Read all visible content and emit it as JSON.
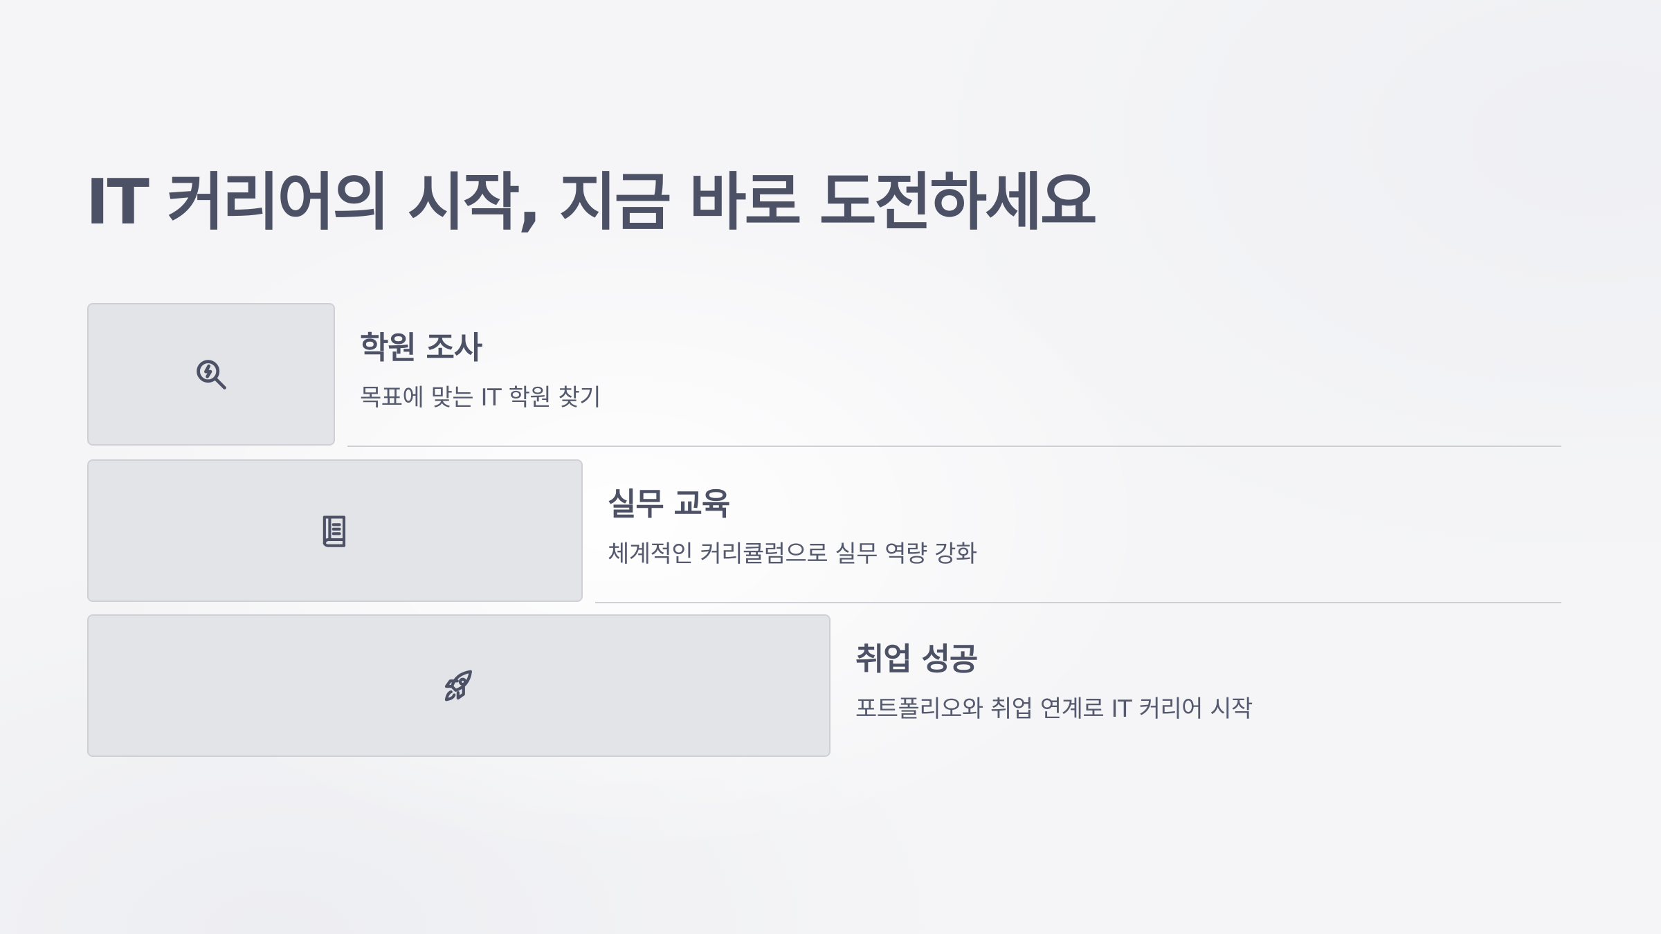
{
  "title": "IT 커리어의 시작, 지금 바로 도전하세요",
  "steps": [
    {
      "icon": "search-icon",
      "title": "학원 조사",
      "description": "목표에 맞는 IT 학원 찾기"
    },
    {
      "icon": "book-icon",
      "title": "실무 교육",
      "description": "체계적인 커리큘럼으로 실무 역량 강화"
    },
    {
      "icon": "rocket-icon",
      "title": "취업 성공",
      "description": "포트폴리오와 취업 연계로 IT 커리어 시작"
    }
  ],
  "colors": {
    "text": "#4d5166",
    "box": "#e3e4e8",
    "border": "#cfd0d6"
  }
}
